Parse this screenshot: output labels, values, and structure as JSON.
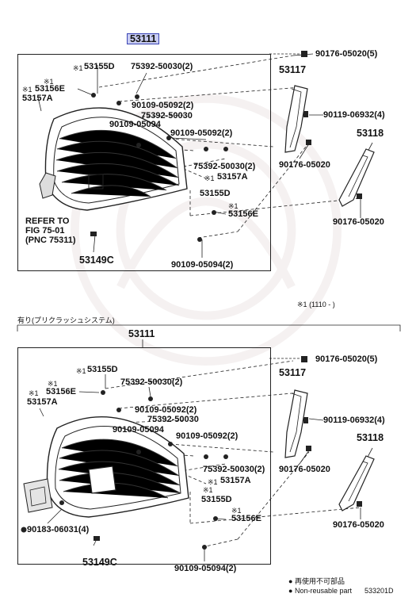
{
  "diagram1": {
    "main_part": "53111",
    "labels": {
      "p90176_05020_5": "90176-05020(5)",
      "p53155d": "53155D",
      "p75392_50030_2a": "75392-50030(2)",
      "p53117": "53117",
      "p53156e_a": "53156E",
      "p53157a_a": "53157A",
      "p90109_05092_2a": "90109-05092(2)",
      "p75392_50030": "75392-50030",
      "p90109_05094": "90109-05094",
      "p90109_05092_2b": "90109-05092(2)",
      "p90119_06932_4": "90119-06932(4)",
      "p53118": "53118",
      "p90176_05020": "90176-05020",
      "p75392_50030_2b": "75392-50030(2)",
      "p53157a_b": "53157A",
      "p53155d_b": "53155D",
      "p53156e_b": "53156E",
      "p90176_05020_b": "90176-05020",
      "refer": "REFER TO",
      "fig": "FIG 75-01",
      "pnc": "(PNC 75311)",
      "p53149c": "53149C",
      "p90109_05094_2": "90109-05094(2)"
    },
    "note_mark": "※1",
    "note_range": "(1110 -    )"
  },
  "diagram2": {
    "section_label": "有り(プリクラッシュシステム)",
    "main_part": "53111",
    "labels": {
      "p53155d": "53155D",
      "p90176_05020_5": "90176-05020(5)",
      "p75392_50030_2a": "75392-50030(2)",
      "p53117": "53117",
      "p53156e": "53156E",
      "p53157a": "53157A",
      "p90109_05092_2a": "90109-05092(2)",
      "p75392_50030": "75392-50030",
      "p90119_06932_4": "90119-06932(4)",
      "p90109_05094": "90109-05094",
      "p90109_05092_2b": "90109-05092(2)",
      "p53118": "53118",
      "p90176_05020": "90176-05020",
      "p75392_50030_2b": "75392-50030(2)",
      "p53157a_b": "53157A",
      "p53155d_b": "53155D",
      "p53156e_b": "53156E",
      "p90183_06031_4": "90183-06031(4)",
      "p90176_05020_b": "90176-05020",
      "p53149c": "53149C",
      "p90109_05094_2": "90109-05094(2)"
    }
  },
  "legend": {
    "jp": "再使用不可部品",
    "en": "Non-reusable part",
    "code": "533201D"
  }
}
